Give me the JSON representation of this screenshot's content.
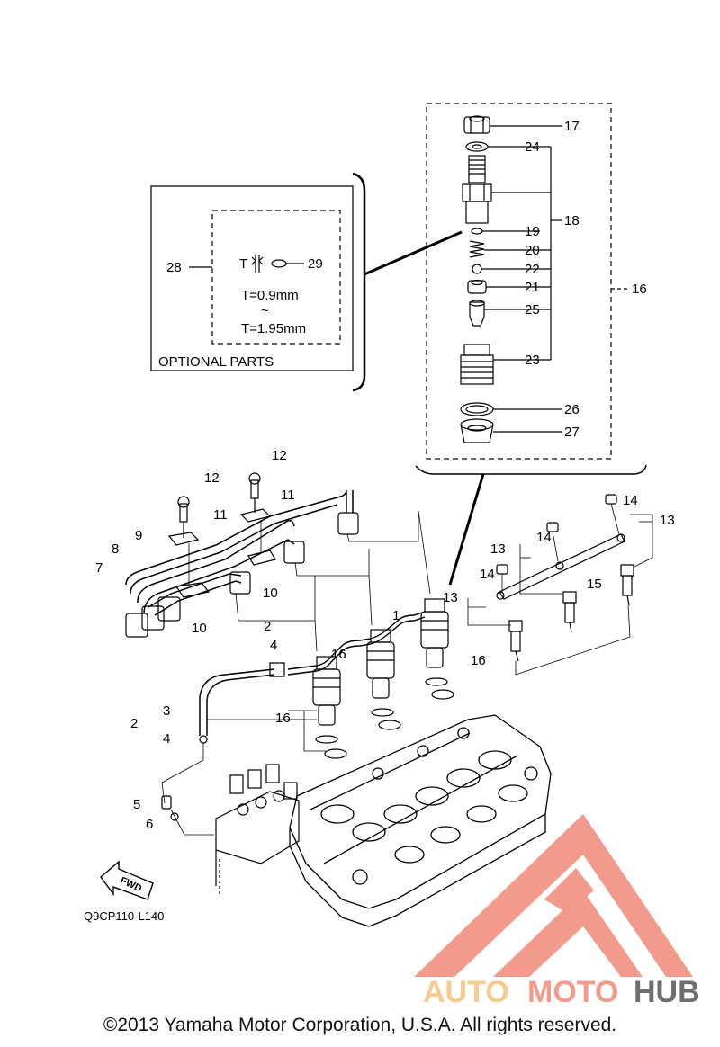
{
  "diagram": {
    "code": "Q9CP110-L140",
    "fwd_label": "FWD",
    "optional_box": {
      "title": "OPTIONAL PARTS",
      "part_ref": "28",
      "shim_ref": "29",
      "t_label": "T",
      "t_min": "T=0.9mm",
      "t_tilde": "~",
      "t_max": "T=1.95mm"
    },
    "callouts": {
      "c1": "1",
      "c2a": "2",
      "c2b": "2",
      "c3": "3",
      "c4a": "4",
      "c4b": "4",
      "c5": "5",
      "c6": "6",
      "c7": "7",
      "c8": "8",
      "c9": "9",
      "c10a": "10",
      "c10b": "10",
      "c11a": "11",
      "c11b": "11",
      "c12a": "12",
      "c12b": "12",
      "c13a": "13",
      "c13b": "13",
      "c13c": "13",
      "c14a": "14",
      "c14b": "14",
      "c14c": "14",
      "c15": "15",
      "c16a": "16",
      "c16b": "16",
      "c16c": "16",
      "c16d": "16",
      "c17": "17",
      "c18": "18",
      "c19": "19",
      "c20": "20",
      "c21": "21",
      "c22": "22",
      "c23": "23",
      "c24": "24",
      "c25": "25",
      "c26": "26",
      "c27": "27"
    }
  },
  "watermark": {
    "brand_part1": "AUTO",
    "brand_part2": "MOTO",
    "brand_part3": "HUB",
    "color_primary": "#f08a7a",
    "color_secondary": "#f5c27a",
    "color_dark": "#555555"
  },
  "footer": {
    "copyright": "©2013 Yamaha Motor Corporation, U.S.A. All rights reserved."
  }
}
